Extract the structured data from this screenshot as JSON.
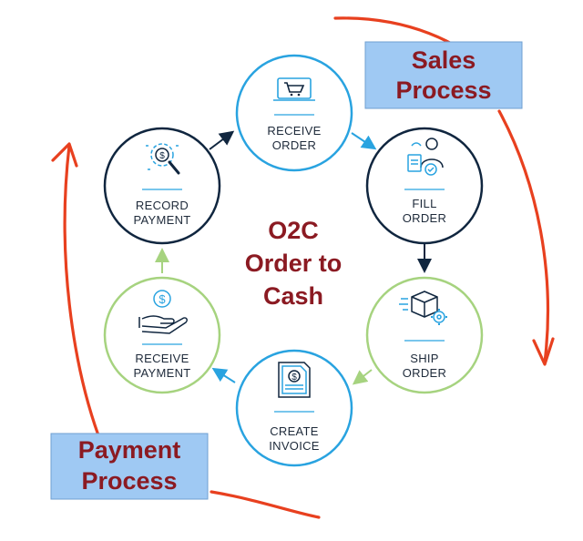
{
  "center": {
    "line1": "O2C",
    "line2": "Order to",
    "line3": "Cash"
  },
  "steps": [
    {
      "line1": "RECEIVE",
      "line2": "ORDER",
      "icon": "laptop-cart-icon",
      "border": "#29a3e0"
    },
    {
      "line1": "FILL",
      "line2": "ORDER",
      "icon": "worker-checklist-icon",
      "border": "#10263f"
    },
    {
      "line1": "SHIP",
      "line2": "ORDER",
      "icon": "box-gear-icon",
      "border": "#a6d37f"
    },
    {
      "line1": "CREATE",
      "line2": "INVOICE",
      "icon": "invoice-dollar-icon",
      "border": "#29a3e0"
    },
    {
      "line1": "RECEIVE",
      "line2": "PAYMENT",
      "icon": "hand-coin-icon",
      "border": "#a6d37f"
    },
    {
      "line1": "RECORD",
      "line2": "PAYMENT",
      "icon": "magnifier-dollar-icon",
      "border": "#10263f"
    }
  ],
  "sales_box": {
    "line1": "Sales",
    "line2": "Process"
  },
  "payment_box": {
    "line1": "Payment",
    "line2": "Process"
  },
  "colors": {
    "label_box": "#9fc9f3",
    "accent_red": "#e8401f",
    "title_red": "#8b1a22",
    "navy": "#10263f",
    "blue": "#29a3e0",
    "green": "#a6d37f"
  }
}
